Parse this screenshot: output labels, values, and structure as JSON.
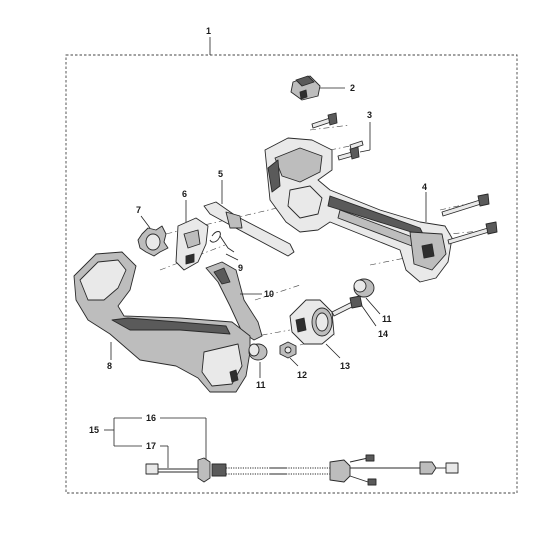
{
  "labels": {
    "l1": "1",
    "l2": "2",
    "l3": "3",
    "l4": "4",
    "l5": "5",
    "l6": "6",
    "l7": "7",
    "l8": "8",
    "l9": "9",
    "l10": "10",
    "l11a": "11",
    "l11b": "11",
    "l12": "12",
    "l13": "13",
    "l14": "14",
    "l15": "15",
    "l16": "16",
    "l17": "17"
  }
}
